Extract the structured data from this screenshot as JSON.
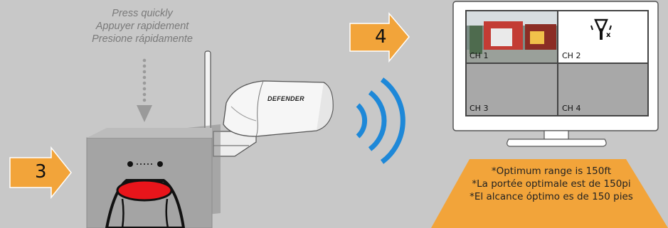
{
  "instructions": {
    "line_en": "Press quickly",
    "line_fr": "Appuyer rapidement",
    "line_es": "Presione rápidamente"
  },
  "steps": {
    "step3": "3",
    "step4": "4"
  },
  "camera": {
    "brand": "DEFENDER"
  },
  "monitor": {
    "channels": [
      "CH 1",
      "CH 2",
      "CH 3",
      "CH 4"
    ]
  },
  "range_note": {
    "line_en": "*Optimum range is 150ft",
    "line_fr": "*La portée optimale est de 150pi",
    "line_es": "*El alcance óptimo es de 150 pies"
  },
  "colors": {
    "background": "#c8c8c8",
    "arrow": "#f2a43a",
    "signal": "#1e88d8",
    "button_red": "#e8151b",
    "monitor_frame": "#ffffff",
    "channel_panel": "#a8a8a8"
  }
}
